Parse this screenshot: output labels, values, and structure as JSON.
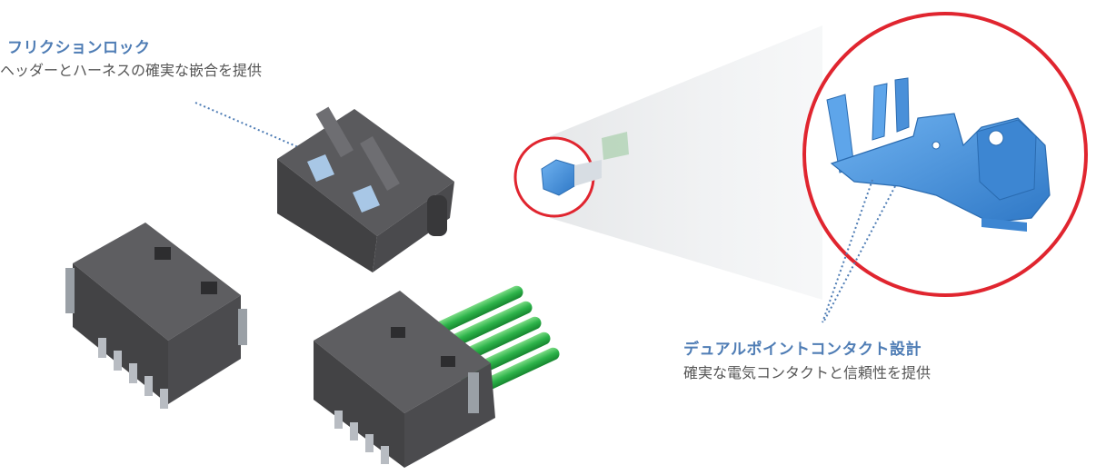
{
  "callouts": {
    "friction_lock": {
      "title": "フリクションロック",
      "description": "ヘッダーとハーネスの確実な嵌合を提供"
    },
    "dual_point": {
      "title": "デュアルポイントコンタクト設計",
      "description": "確実な電気コンタクトと信頼性を提供"
    }
  },
  "colors": {
    "callout_title": "#4f7db5",
    "body_text": "#555555",
    "magnifier_ring": "#e0252f",
    "terminal": "#4a90d9",
    "connector": "#4f4f51",
    "wires": "#2db34a"
  }
}
